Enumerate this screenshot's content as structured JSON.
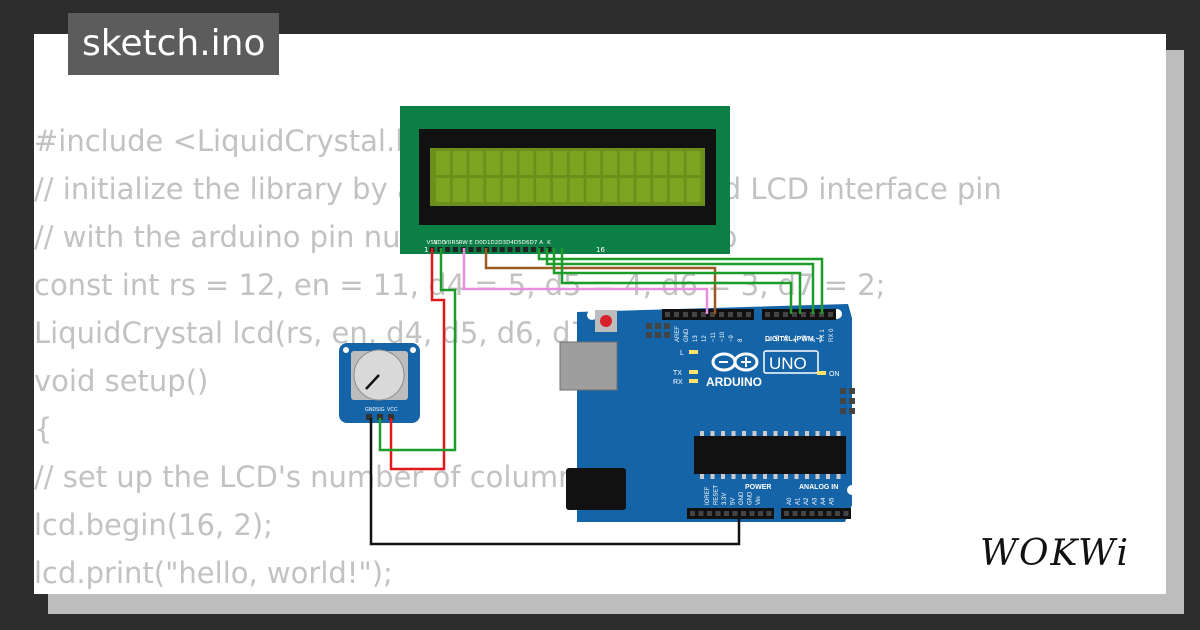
{
  "sketch": {
    "filename": "sketch.ino"
  },
  "code_lines": [
    "#include <LiquidCrystal.h>",
    "// initialize the library by associating any needed LCD interface pin",
    "// with the arduino pin number it is connected to",
    "const int rs = 12, en = 11, d4 = 5, d5 = 4, d6 = 3, d7 = 2;",
    "LiquidCrystal lcd(rs, en, d4, d5, d6, d7);",
    "void setup()",
    "{",
    "// set up the LCD's number of columns and rows:",
    "lcd.begin(16, 2);",
    "lcd.print(\"hello, world!\");"
  ],
  "lcd": {
    "pin_labels": [
      "VSS",
      "VDD",
      "V0",
      "RS",
      "RW",
      "E",
      "D0",
      "D1",
      "D2",
      "D3",
      "D4",
      "D5",
      "D6",
      "D7",
      "A",
      "K"
    ],
    "pin_number_first": "1",
    "pin_number_last": "16"
  },
  "potentiometer": {
    "pin_labels": [
      "GND",
      "SIG",
      "VCC"
    ]
  },
  "arduino": {
    "brand": "ARDUINO",
    "model": "UNO",
    "digital_label": "DIGITAL (PWM ~)",
    "power_label": "POWER",
    "analog_label": "ANALOG IN",
    "led_l": "L",
    "led_tx": "TX",
    "led_rx": "RX",
    "led_on": "ON",
    "top_left_pins": [
      "AREF",
      "GND",
      "13",
      "12",
      "~11",
      "~10",
      "~9",
      "8"
    ],
    "top_right_pins": [
      "7",
      "~6",
      "~5",
      "4",
      "~3",
      "2",
      "TX 1",
      "RX 0"
    ],
    "power_pins": [
      "IOREF",
      "RESET",
      "3.3V",
      "5V",
      "GND",
      "GND",
      "Vin"
    ],
    "analog_pins": [
      "A0",
      "A1",
      "A2",
      "A3",
      "A4",
      "A5"
    ]
  },
  "watermark": {
    "brand": "WOKWi"
  },
  "colors": {
    "lcd_board": "#0b7f46",
    "lcd_screen": "#6b8f1a",
    "arduino_board": "#1564a8",
    "pot_board": "#1564a8",
    "wire_red": "#e0181c",
    "wire_green": "#1e9c2a",
    "wire_black": "#111111",
    "wire_pink": "#e98de0",
    "wire_brown": "#9c5a23"
  }
}
